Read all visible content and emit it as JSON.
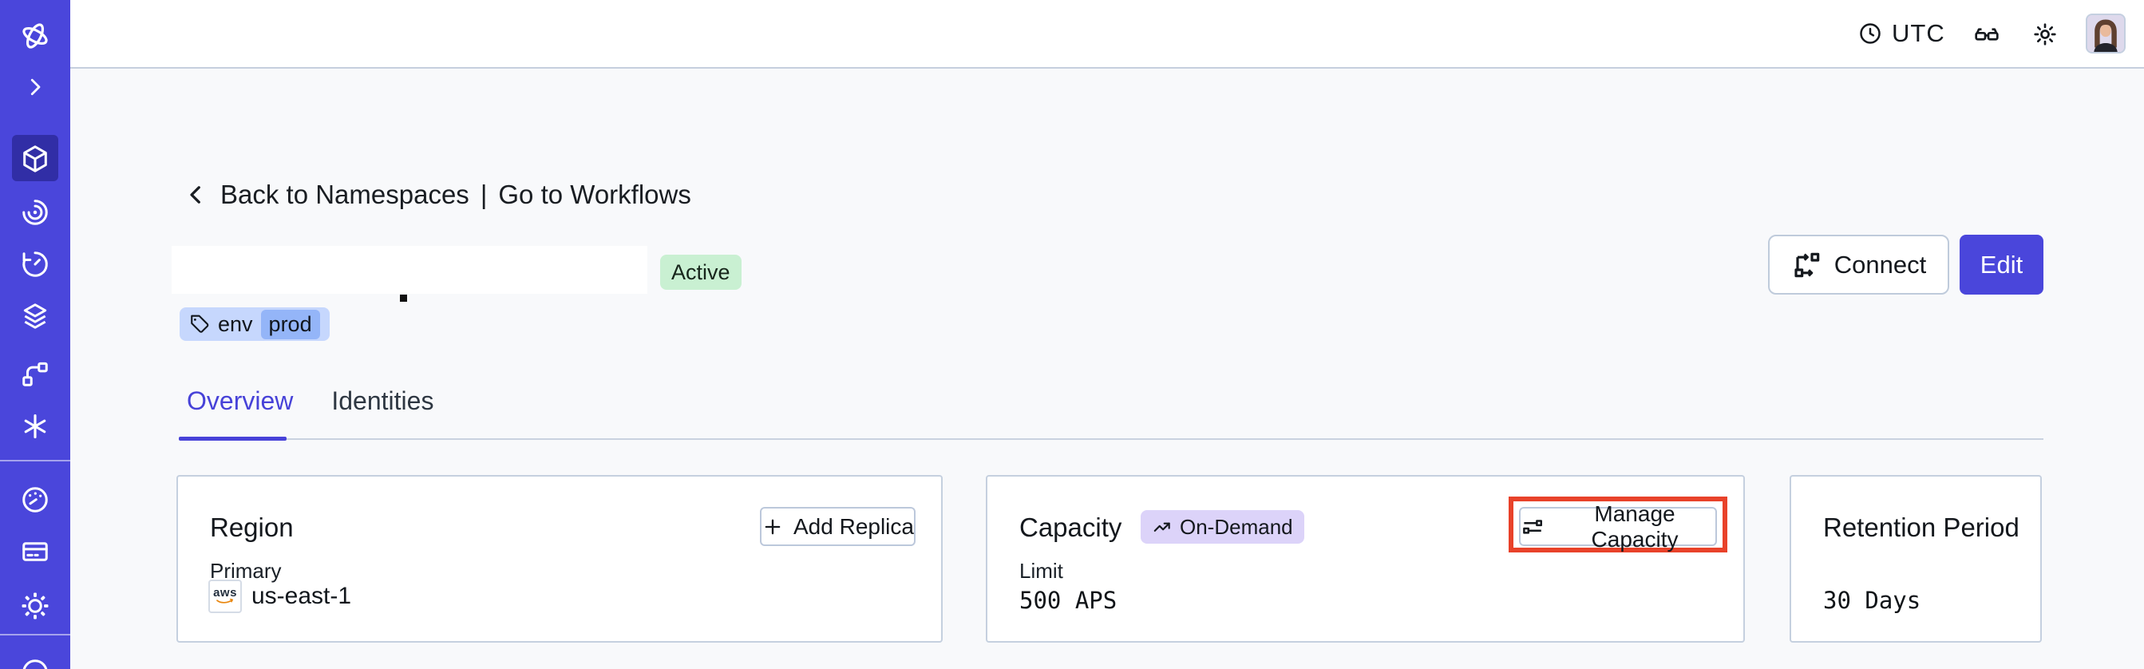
{
  "topbar": {
    "timezone": "UTC"
  },
  "breadcrumb": {
    "back": "Back to Namespaces",
    "separator": "|",
    "forward": "Go to Workflows"
  },
  "namespace": {
    "status": "Active",
    "tag_label": "env",
    "tag_value": "prod"
  },
  "actions": {
    "connect": "Connect",
    "edit": "Edit"
  },
  "tabs": [
    {
      "label": "Overview",
      "active": true
    },
    {
      "label": "Identities",
      "active": false
    }
  ],
  "cards": {
    "region": {
      "title": "Region",
      "button": "Add Replica",
      "field_label": "Primary",
      "provider": "aws",
      "value": "us-east-1"
    },
    "capacity": {
      "title": "Capacity",
      "badge": "On-Demand",
      "button": "Manage Capacity",
      "field_label": "Limit",
      "value": "500 APS"
    },
    "retention": {
      "title": "Retention Period",
      "value": "30 Days"
    }
  },
  "colors": {
    "sidebar": "#4A46DB",
    "accent_indigo": "#4742D8",
    "annotation_red": "#E8422A",
    "status_green_bg": "#C9F0D2",
    "badge_purple_bg": "#DCD3F9",
    "tag_bg": "#C6D7FD",
    "tag_inner_bg": "#94B5F8",
    "aws_orange": "#E8850C",
    "background": "#F8F9FB"
  }
}
